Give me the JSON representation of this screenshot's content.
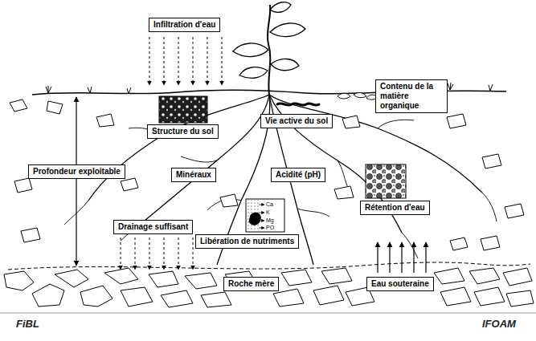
{
  "diagram": {
    "nodes": [
      {
        "text": [
          "Infiltration d'eau"
        ]
      },
      {
        "text": [
          "Contenu de la matière organique"
        ]
      },
      {
        "text": [
          "Vie active du sol"
        ]
      },
      {
        "text": [
          "Structure du sol"
        ]
      },
      {
        "text": [
          "Profondeur exploitable"
        ]
      },
      {
        "text": [
          "Minéraux"
        ]
      },
      {
        "text": [
          "Acidité (pH)"
        ]
      },
      {
        "text": [
          "Rétention d'eau"
        ]
      },
      {
        "text": [
          "Drainage suffisant"
        ]
      },
      {
        "text": [
          "Libération de nutriments"
        ]
      },
      {
        "text": [
          "Roche mère"
        ]
      },
      {
        "text": [
          "Eau souteraine"
        ]
      }
    ],
    "labels": [
      "Ca",
      "K",
      "Mg",
      "PO",
      "FiBL",
      "IFOAM"
    ]
  }
}
